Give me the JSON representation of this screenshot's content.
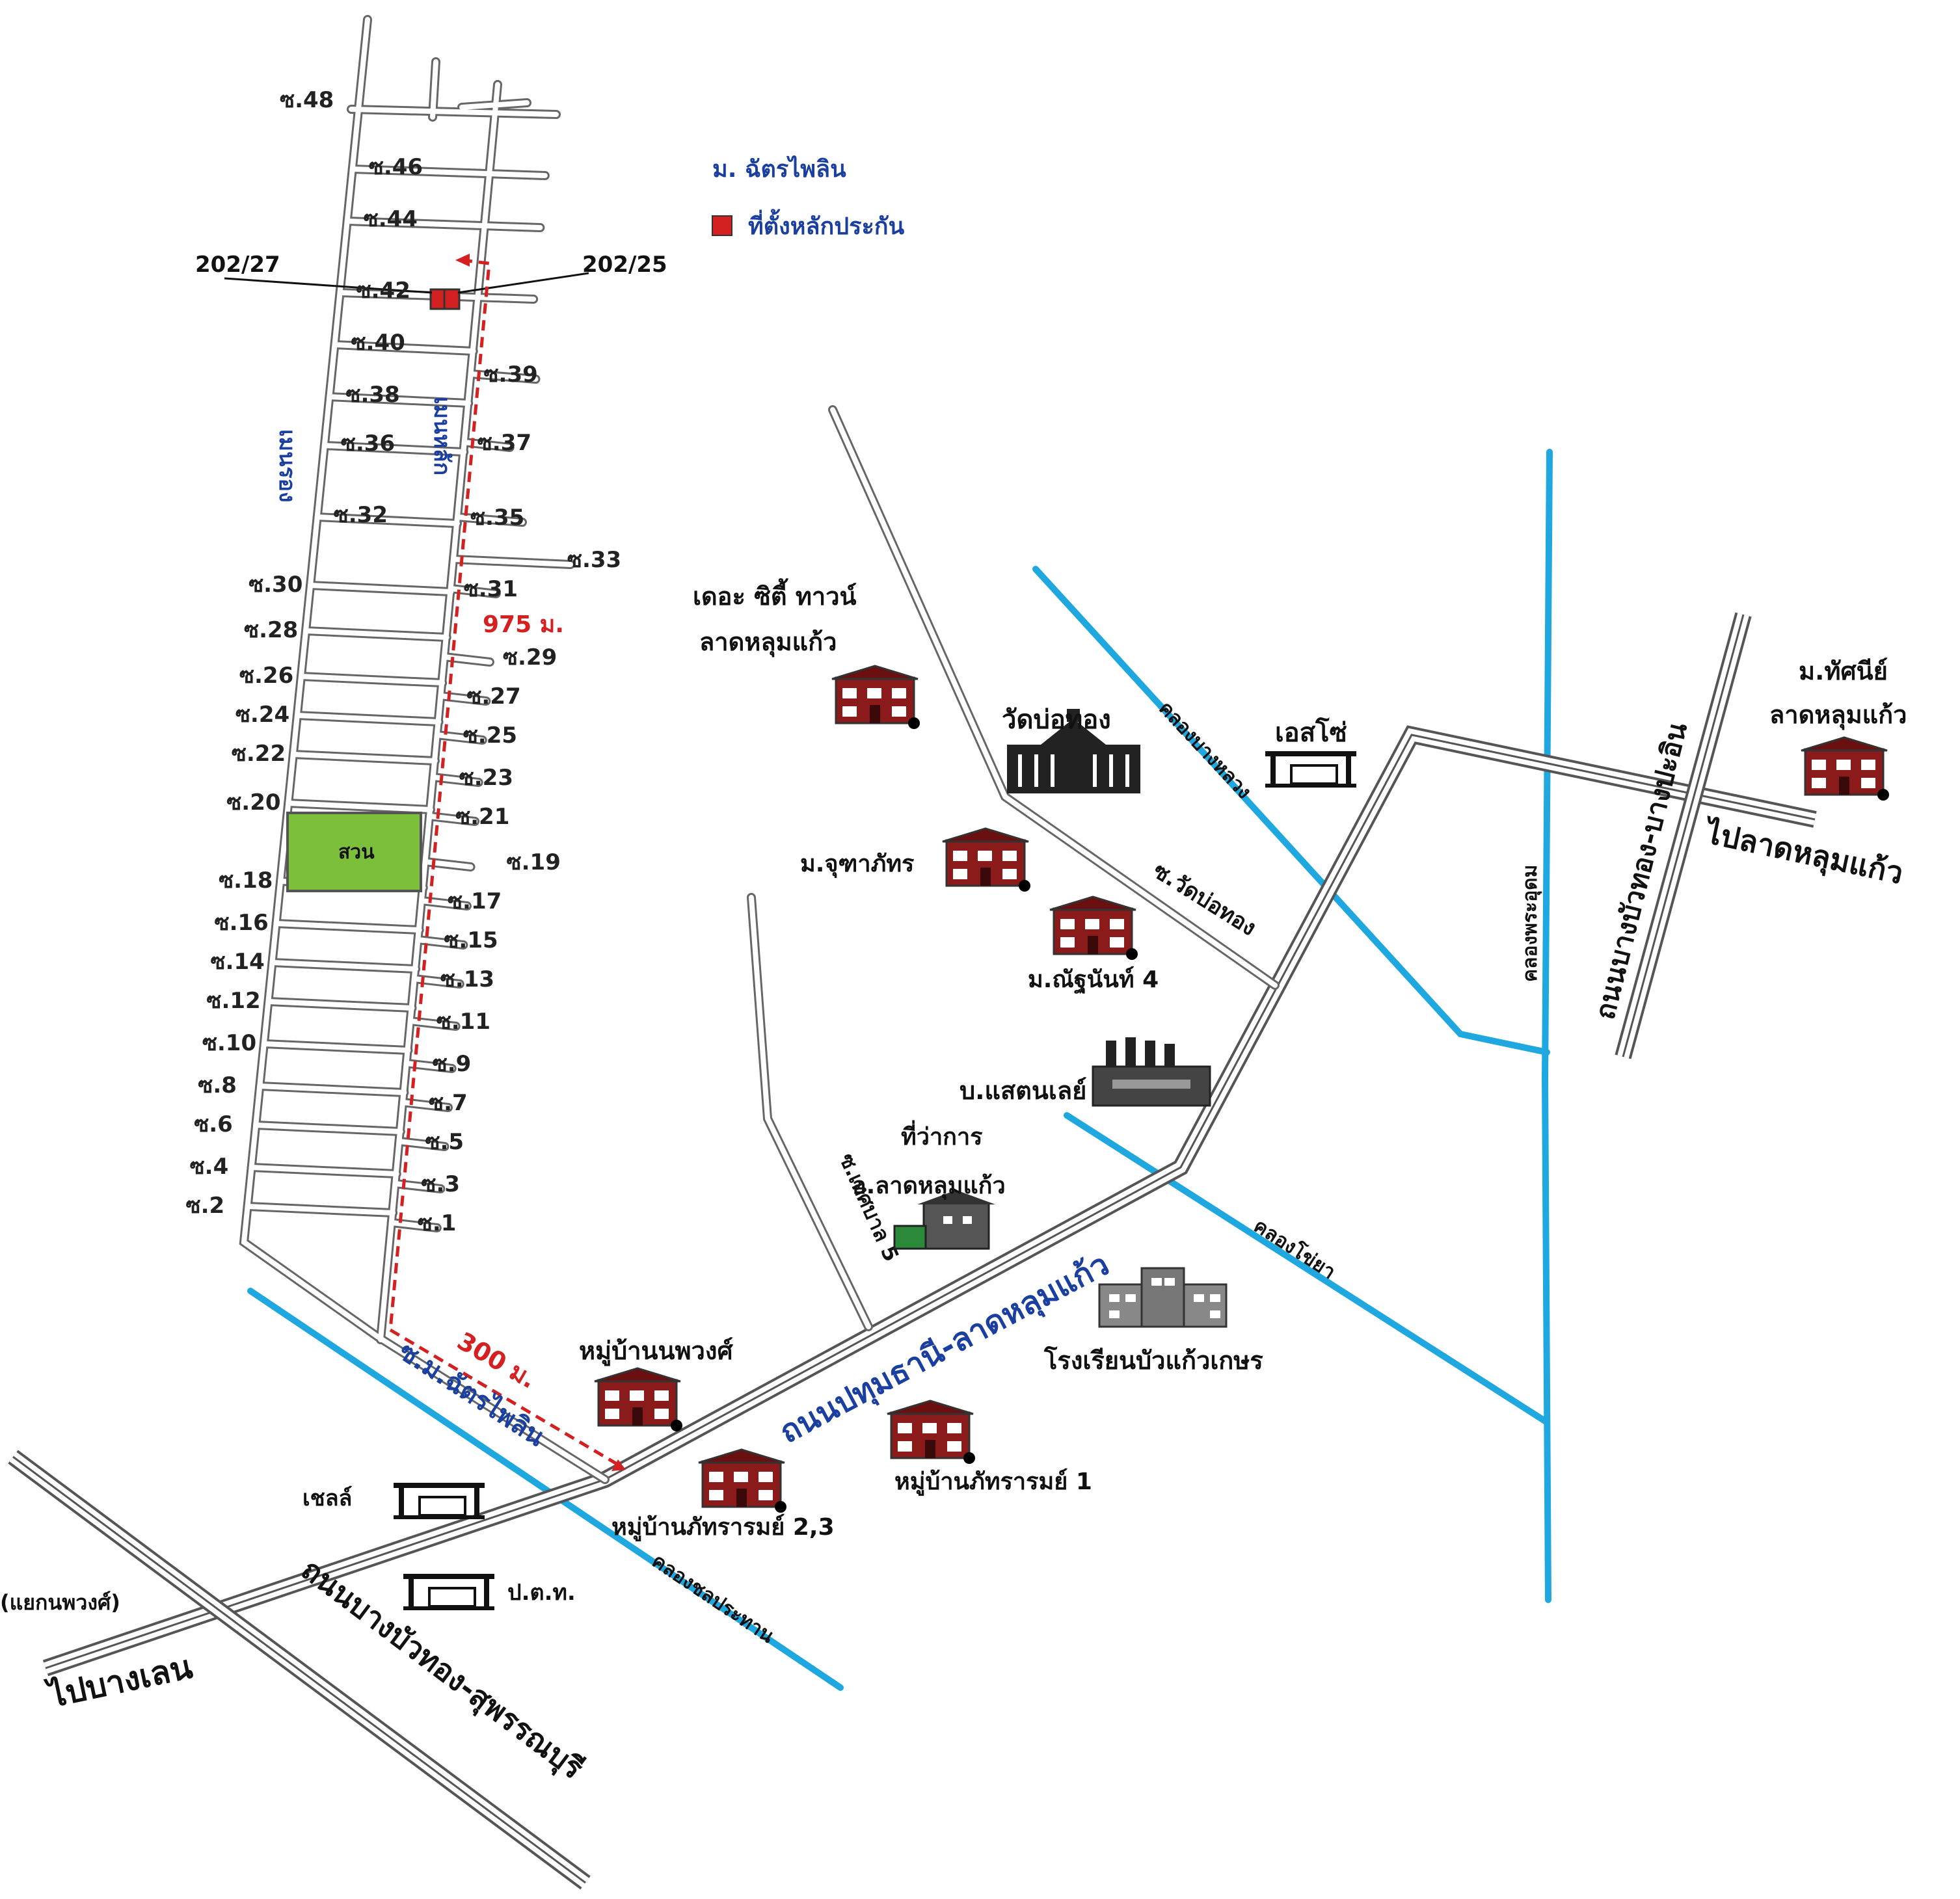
{
  "legend": {
    "village": "ม. ฉัตรไพลิน",
    "collateral": "ที่ตั้งหลักประกัน",
    "collateral_color": "#d42020"
  },
  "plots": {
    "left": "202/27",
    "right": "202/25"
  },
  "park": {
    "label": "สวน",
    "color": "#7cbf3a"
  },
  "roads": {
    "west_main": "เมนรอง",
    "east_main": "เมนหลัก",
    "soi_village": "ซ.ม.ฉัตรไพลิน",
    "pathum_lat": "ถนนปทุมธานี-ลาดหลุมแก้ว",
    "bangbuathong_suphan": "ถนนบางบัวทอง-สุพรรณบุรี",
    "bangbuathong_bangpa_in": "ถนนบางบัวทอง-บางปะอิน",
    "soi_wat": "ซ.วัดบ่อทอง",
    "soi_thetsaban": "ซ.เทศบาล 5"
  },
  "directions": {
    "to_bang_len": "ไปบางเลน",
    "to_lat_lum_kaeo": "ไปลาดหลุมแก้ว",
    "junction": "(แยกนพวงศ์)"
  },
  "canals": {
    "phra_udom": "คลองพระอุดม",
    "bang_luang": "คลองบางหลวง",
    "khoi_ya": "คลองโข่ยา",
    "chonprathan": "คลองชลประทาน"
  },
  "distances": {
    "vertical": "975 ม.",
    "diagonal": "300 ม."
  },
  "landmarks": {
    "the_city_1": "เดอะ ซิตี้ ทาวน์",
    "the_city_2": "ลาดหลุมแก้ว",
    "wat": "วัดบ่อทอง",
    "esso": "เอสโซ่",
    "thatsanee_1": "ม.ทัศนีย์",
    "thatsanee_2": "ลาดหลุมแก้ว",
    "chuthaphat": "ม.จุฑาภัทร",
    "natthanan": "ม.ณัฐนันท์ 4",
    "stanley": "บ.แสตนเลย์",
    "district_1": "ที่ว่าการ",
    "district_2": "อ.ลาดหลุมแก้ว",
    "school": "โรงเรียนบัวแก้วเกษร",
    "nopphawong": "หมู่บ้านนพวงศ์",
    "phattharam1": "หมู่บ้านภัทรารมย์ 1",
    "phattharam23": "หมู่บ้านภัทรารมย์ 2,3",
    "shell": "เชลล์",
    "ptt": "ป.ต.ท."
  },
  "soi_left": [
    "ซ.48",
    "ซ.46",
    "ซ.44",
    "ซ.42",
    "ซ.40",
    "ซ.38",
    "ซ.36",
    "ซ.32",
    "ซ.30",
    "ซ.28",
    "ซ.26",
    "ซ.24",
    "ซ.22",
    "ซ.20",
    "ซ.18",
    "ซ.16",
    "ซ.14",
    "ซ.12",
    "ซ.10",
    "ซ.8",
    "ซ.6",
    "ซ.4",
    "ซ.2"
  ],
  "soi_right": [
    "ซ.39",
    "ซ.37",
    "ซ.35",
    "ซ.33",
    "ซ.31",
    "ซ.29",
    "ซ.27",
    "ซ.25",
    "ซ.23",
    "ซ.21",
    "ซ.19",
    "ซ.17",
    "ซ.15",
    "ซ.13",
    "ซ.11",
    "ซ.9",
    "ซ.7",
    "ซ.5",
    "ซ.3",
    "ซ.1"
  ]
}
